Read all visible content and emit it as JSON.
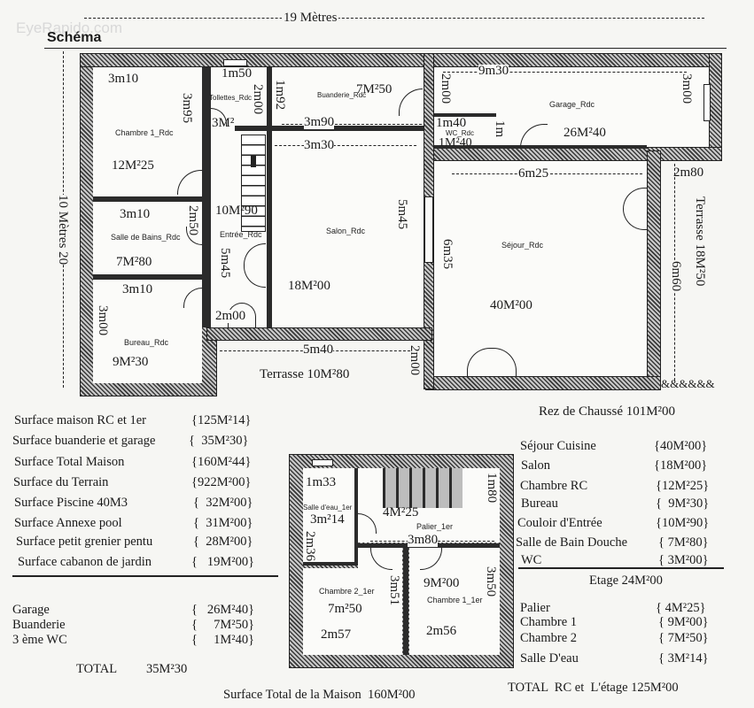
{
  "header": {
    "title": "Schéma",
    "watermark": "EyeRapido.com",
    "width_label": "19 Mètres",
    "height_label": "10 Mètres 20"
  },
  "ground_floor": {
    "title": "Rez de Chaussé 101M²00",
    "rooms": [
      {
        "name": "Chambre 1_Rdc",
        "area": "12M²25",
        "dims": [
          "3m10",
          "3m95"
        ]
      },
      {
        "name": "Tollettes_Rdc",
        "area": "3M²",
        "dims": [
          "1m50",
          "2m00"
        ]
      },
      {
        "name": "Buanderie_Rdc",
        "area": "7M²50",
        "dims": [
          "1m92",
          "3m90"
        ]
      },
      {
        "name": "Garage_Rdc",
        "area": "26M²40",
        "dims": [
          "9m30",
          "2m00",
          "3m00"
        ]
      },
      {
        "name": "WC_Rdc",
        "area": "1M²40",
        "dims": [
          "1m40",
          "1m"
        ]
      },
      {
        "name": "Salle de Bains_Rdc",
        "area": "7M²80",
        "dims": [
          "3m10",
          "2m50"
        ]
      },
      {
        "name": "Entrée_Rdc",
        "area": "10M²90",
        "dims": [
          "5m45",
          "2m00"
        ]
      },
      {
        "name": "Salon_Rdc",
        "area": "18M²00",
        "dims": [
          "3m30",
          "5m45"
        ]
      },
      {
        "name": "Séjour_Rdc",
        "area": "40M²00",
        "dims": [
          "6m25",
          "6m35"
        ]
      },
      {
        "name": "Bureau_Rdc",
        "area": "9M²30",
        "dims": [
          "3m10",
          "3m00"
        ]
      }
    ],
    "terrace_south": {
      "label": "Terrasse 10M²80",
      "dims": [
        "5m40",
        "2m00"
      ]
    },
    "terrace_east": {
      "label": "Terrasse 18M²50",
      "dims": [
        "2m80",
        "6m60"
      ]
    },
    "hedge": "&&&&&&"
  },
  "upper_floor": {
    "rooms": [
      {
        "name": "Salle d'eau_1er",
        "area": "3m²14",
        "dims": [
          "1m33",
          "2m36"
        ]
      },
      {
        "name": "Palier_1er",
        "area": "4M²25",
        "dims": [
          "1m80",
          "3m80"
        ]
      },
      {
        "name": "Chambre 2_1er",
        "area": "7m²50",
        "dims": [
          "3m51",
          "2m57"
        ]
      },
      {
        "name": "Chambre 1_1er",
        "area": "9M²00",
        "dims": [
          "3m50",
          "2m56"
        ]
      }
    ]
  },
  "summary_left": [
    {
      "label": "Surface maison RC et 1er",
      "value": "{125M²14}"
    },
    {
      "label": "Surface buanderie et garage",
      "value": "{  35M²30}"
    },
    {
      "label": "Surface Total Maison",
      "value": "{160M²44}"
    },
    {
      "label": "Surface du Terrain",
      "value": "{922M²00}"
    },
    {
      "label": "Surface Piscine  40M3",
      "value": "{  32M²00}"
    },
    {
      "label": "Surface Annexe  pool",
      "value": "{  31M²00}"
    },
    {
      "label": "Surface petit grenier pentu",
      "value": "{  28M²00}"
    },
    {
      "label": "Surface cabanon de jardin",
      "value": "{   19M²00}"
    }
  ],
  "annex": {
    "items": [
      {
        "label": "Garage",
        "value": "{   26M²40}"
      },
      {
        "label": "Buanderie",
        "value": "{     7M²50}"
      },
      {
        "label": "3 ème WC",
        "value": "{     1M²40}"
      }
    ],
    "total_label": "TOTAL",
    "total_value": "35M²30"
  },
  "rdc_list": [
    {
      "label": "Séjour Cuisine",
      "value": "{40M²00}"
    },
    {
      "label": "Salon",
      "value": "{18M²00}"
    },
    {
      "label": "Chambre RC",
      "value": "{12M²25}"
    },
    {
      "label": "Bureau",
      "value": "{  9M²30}"
    },
    {
      "label": "Couloir d'Entrée",
      "value": "{10M²90}"
    },
    {
      "label": "Salle de Bain Douche",
      "value": "{ 7M²80}"
    },
    {
      "label": "WC",
      "value": "{ 3M²00}"
    }
  ],
  "etage": {
    "title": "Etage 24M²00",
    "items": [
      {
        "label": "Palier",
        "value": "{ 4M²25}"
      },
      {
        "label": "Chambre 1",
        "value": "{ 9M²00}"
      },
      {
        "label": "Chambre 2",
        "value": "{ 7M²50}"
      },
      {
        "label": "Salle D'eau",
        "value": "{ 3M²14}"
      }
    ]
  },
  "footer": {
    "total_house": "Surface Total de la Maison  160M²00",
    "total_rc_etage": "TOTAL  RC et  L'étage 125M²00"
  }
}
